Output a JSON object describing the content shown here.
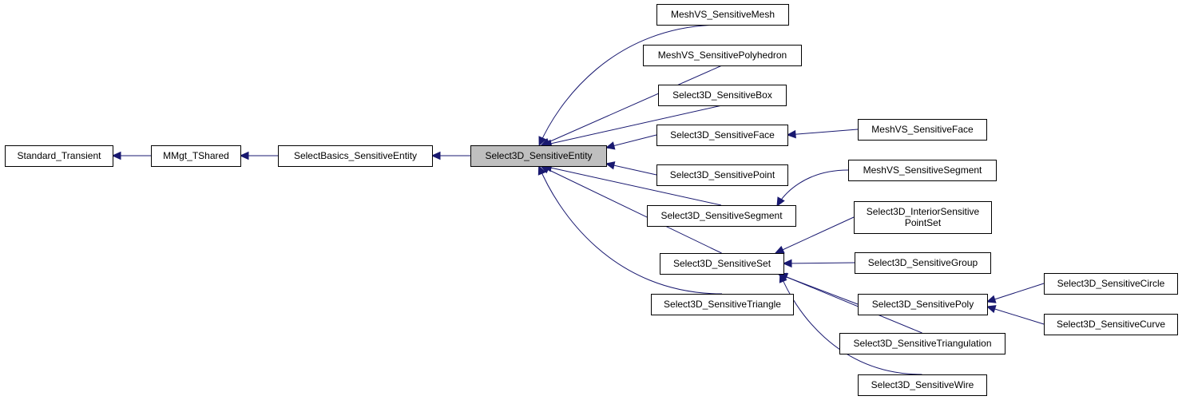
{
  "nodes": [
    {
      "id": "standard_transient",
      "label": [
        "Standard_Transient"
      ],
      "focus": false
    },
    {
      "id": "mmgt_tshared",
      "label": [
        "MMgt_TShared"
      ],
      "focus": false
    },
    {
      "id": "selectbasics_sensitiveentity",
      "label": [
        "SelectBasics_SensitiveEntity"
      ],
      "focus": false
    },
    {
      "id": "select3d_sensitiveentity",
      "label": [
        "Select3D_SensitiveEntity"
      ],
      "focus": true
    },
    {
      "id": "meshvs_sensitivemesh",
      "label": [
        "MeshVS_SensitiveMesh"
      ],
      "focus": false
    },
    {
      "id": "meshvs_sensitivepolyhedron",
      "label": [
        "MeshVS_SensitivePolyhedron"
      ],
      "focus": false
    },
    {
      "id": "select3d_sensitivebox",
      "label": [
        "Select3D_SensitiveBox"
      ],
      "focus": false
    },
    {
      "id": "select3d_sensitiveface",
      "label": [
        "Select3D_SensitiveFace"
      ],
      "focus": false
    },
    {
      "id": "select3d_sensitivepoint",
      "label": [
        "Select3D_SensitivePoint"
      ],
      "focus": false
    },
    {
      "id": "select3d_sensitivesegment",
      "label": [
        "Select3D_SensitiveSegment"
      ],
      "focus": false
    },
    {
      "id": "select3d_sensitiveset",
      "label": [
        "Select3D_SensitiveSet"
      ],
      "focus": false
    },
    {
      "id": "select3d_sensitivetriangle",
      "label": [
        "Select3D_SensitiveTriangle"
      ],
      "focus": false
    },
    {
      "id": "meshvs_sensitiveface",
      "label": [
        "MeshVS_SensitiveFace"
      ],
      "focus": false
    },
    {
      "id": "meshvs_sensitivesegment",
      "label": [
        "MeshVS_SensitiveSegment"
      ],
      "focus": false
    },
    {
      "id": "select3d_interiorsensitivepointset",
      "label": [
        "Select3D_InteriorSensitive",
        "PointSet"
      ],
      "focus": false
    },
    {
      "id": "select3d_sensitivegroup",
      "label": [
        "Select3D_SensitiveGroup"
      ],
      "focus": false
    },
    {
      "id": "select3d_sensitivepoly",
      "label": [
        "Select3D_SensitivePoly"
      ],
      "focus": false
    },
    {
      "id": "select3d_sensitivetriangulation",
      "label": [
        "Select3D_SensitiveTriangulation"
      ],
      "focus": false
    },
    {
      "id": "select3d_sensitivewire",
      "label": [
        "Select3D_SensitiveWire"
      ],
      "focus": false
    },
    {
      "id": "select3d_sensitivecircle",
      "label": [
        "Select3D_SensitiveCircle"
      ],
      "focus": false
    },
    {
      "id": "select3d_sensitivecurve",
      "label": [
        "Select3D_SensitiveCurve"
      ],
      "focus": false
    }
  ],
  "edges": [
    {
      "from": "mmgt_tshared",
      "to": "standard_transient"
    },
    {
      "from": "selectbasics_sensitiveentity",
      "to": "mmgt_tshared"
    },
    {
      "from": "select3d_sensitiveentity",
      "to": "selectbasics_sensitiveentity"
    },
    {
      "from": "meshvs_sensitivemesh",
      "to": "select3d_sensitiveentity"
    },
    {
      "from": "meshvs_sensitivepolyhedron",
      "to": "select3d_sensitiveentity"
    },
    {
      "from": "select3d_sensitivebox",
      "to": "select3d_sensitiveentity"
    },
    {
      "from": "select3d_sensitiveface",
      "to": "select3d_sensitiveentity"
    },
    {
      "from": "select3d_sensitivepoint",
      "to": "select3d_sensitiveentity"
    },
    {
      "from": "select3d_sensitivesegment",
      "to": "select3d_sensitiveentity"
    },
    {
      "from": "select3d_sensitiveset",
      "to": "select3d_sensitiveentity"
    },
    {
      "from": "select3d_sensitivetriangle",
      "to": "select3d_sensitiveentity"
    },
    {
      "from": "meshvs_sensitiveface",
      "to": "select3d_sensitiveface"
    },
    {
      "from": "meshvs_sensitivesegment",
      "to": "select3d_sensitivesegment"
    },
    {
      "from": "select3d_interiorsensitivepointset",
      "to": "select3d_sensitiveset"
    },
    {
      "from": "select3d_sensitivegroup",
      "to": "select3d_sensitiveset"
    },
    {
      "from": "select3d_sensitivepoly",
      "to": "select3d_sensitiveset"
    },
    {
      "from": "select3d_sensitivetriangulation",
      "to": "select3d_sensitiveset"
    },
    {
      "from": "select3d_sensitivewire",
      "to": "select3d_sensitiveset"
    },
    {
      "from": "select3d_sensitivecircle",
      "to": "select3d_sensitivepoly"
    },
    {
      "from": "select3d_sensitivecurve",
      "to": "select3d_sensitivepoly"
    }
  ],
  "colors": {
    "edge": "#191970",
    "node_border": "#000000",
    "node_fill": "#ffffff",
    "focus_fill": "#bfbfbf"
  }
}
